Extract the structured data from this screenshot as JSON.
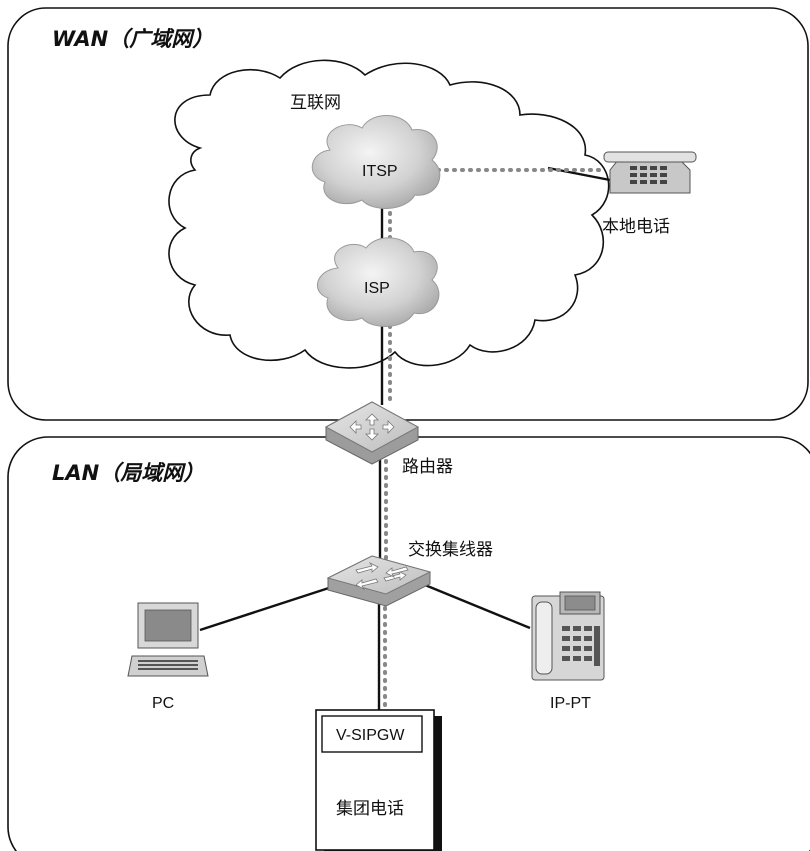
{
  "zones": {
    "wan_label": "WAN（广域网）",
    "lan_label": "LAN（局域网）"
  },
  "cloud": {
    "label": "互联网"
  },
  "nodes": {
    "itsp": "ITSP",
    "isp": "ISP",
    "local_phone": "本地电话",
    "router": "路由器",
    "switch_hub": "交换集线器",
    "pc": "PC",
    "ip_pt": "IP-PT",
    "v_sipgw": "V-SIPGW",
    "pbx": "集团电话"
  },
  "icons": {
    "router": "router-icon",
    "switch": "switch-hub-icon",
    "pc": "computer-icon",
    "ip_phone": "ip-phone-icon",
    "desk_phone": "desk-phone-icon",
    "cloud": "internet-cloud-icon"
  }
}
